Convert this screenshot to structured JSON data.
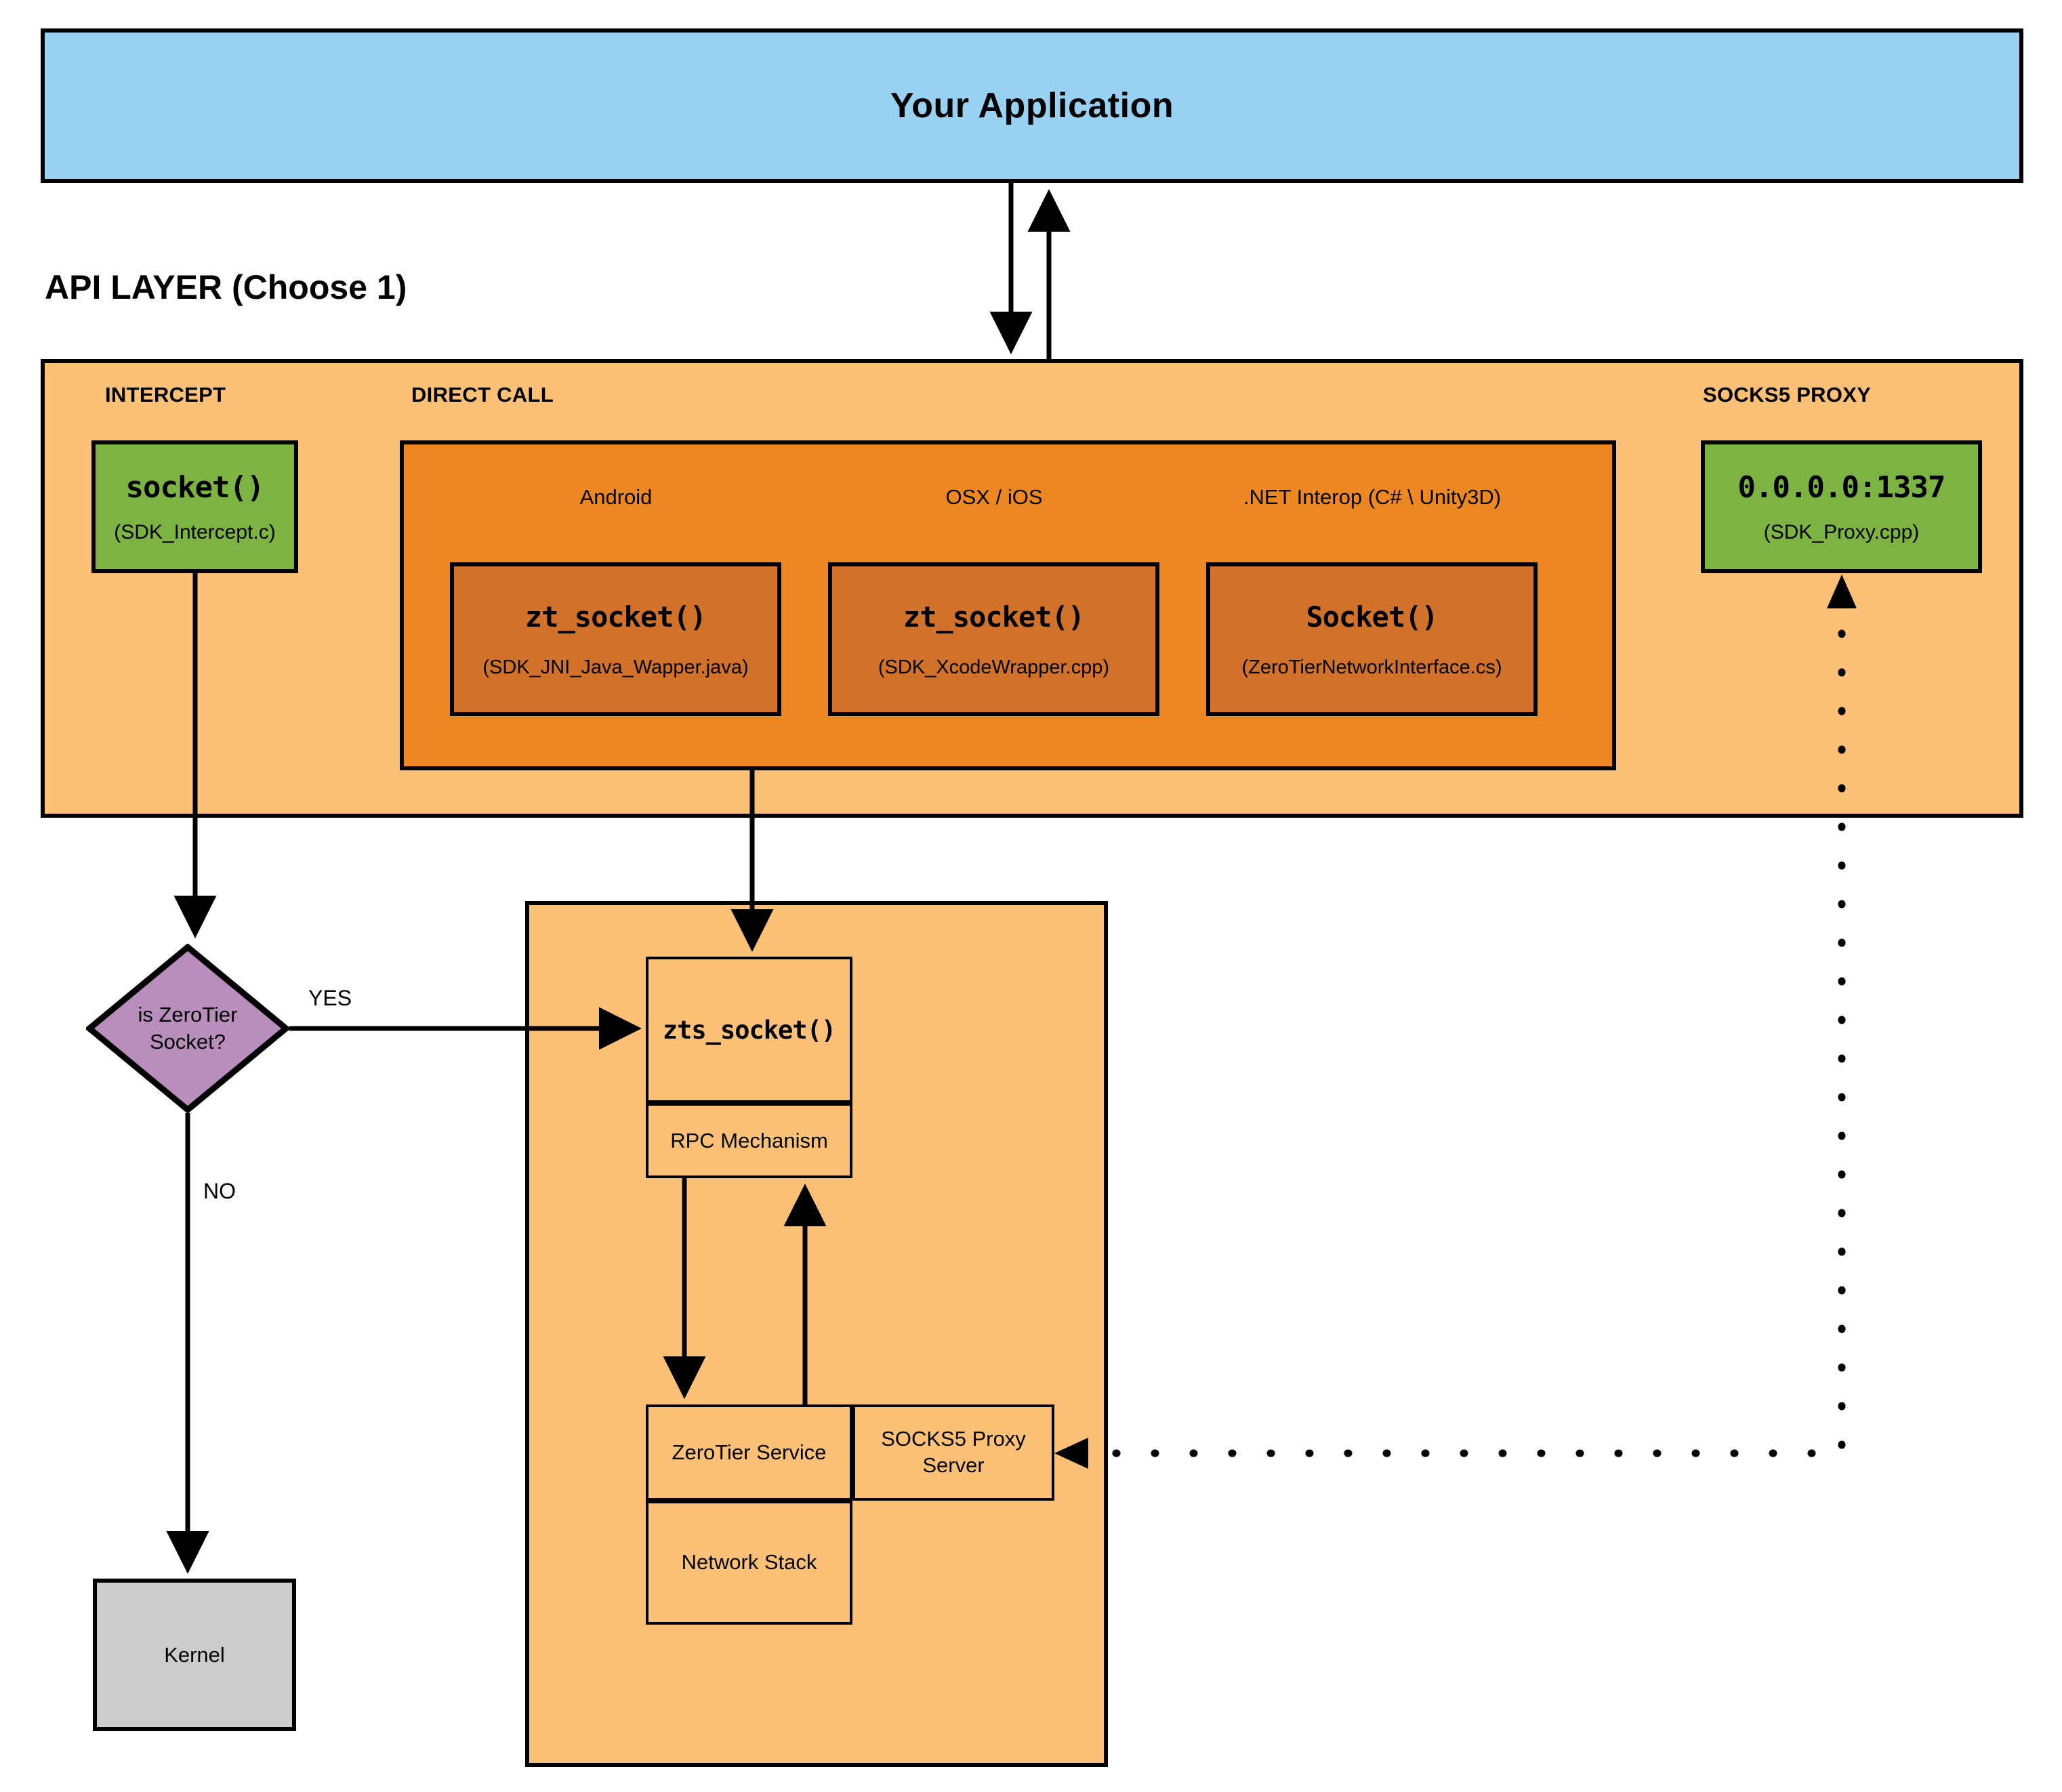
{
  "diagram": {
    "title_block": {
      "application_label": "Your Application",
      "api_layer_caption": "API LAYER (Choose 1)"
    },
    "api_layer": {
      "sections": [
        {
          "id": "intercept",
          "title": "INTERCEPT"
        },
        {
          "id": "direct-call",
          "title": "DIRECT CALL"
        },
        {
          "id": "socks5-proxy",
          "title": "SOCKS5 PROXY"
        }
      ],
      "intercept": {
        "call": "socket()",
        "source_file": "(SDK_Intercept.c)"
      },
      "socks5_proxy": {
        "address": "0.0.0.0:1337",
        "source_file": "(SDK_Proxy.cpp)"
      },
      "direct_call": {
        "platforms": [
          {
            "platform": "Android",
            "call": "zt_socket()",
            "source_file": "(SDK_JNI_Java_Wapper.java)"
          },
          {
            "platform": "OSX / iOS",
            "call": "zt_socket()",
            "source_file": "(SDK_XcodeWrapper.cpp)"
          },
          {
            "platform": ".NET Interop (C# \\ Unity3D)",
            "call": "Socket()",
            "source_file": "(ZeroTierNetworkInterface.cs)"
          }
        ]
      }
    },
    "decision": {
      "question_line1": "is ZeroTier",
      "question_line2": "Socket?",
      "yes_label": "YES",
      "no_label": "NO"
    },
    "kernel": {
      "label": "Kernel"
    },
    "service": {
      "zts_socket": "zts_socket()",
      "rpc_mechanism": "RPC Mechanism",
      "zerotier_service": "ZeroTier Service",
      "socks5_proxy_server_line1": "SOCKS5 Proxy",
      "socks5_proxy_server_line2": "Server",
      "network_stack": "Network Stack"
    },
    "colors": {
      "application_blue": "#99d1f2",
      "layer_orange": "#fcc176",
      "direct_call_orange": "#ed8722",
      "platform_box_orange": "#d2712a",
      "accent_green": "#7cb342",
      "decision_purple": "#b98ebc",
      "kernel_gray": "#cccccc",
      "stroke_black": "#000000"
    }
  }
}
